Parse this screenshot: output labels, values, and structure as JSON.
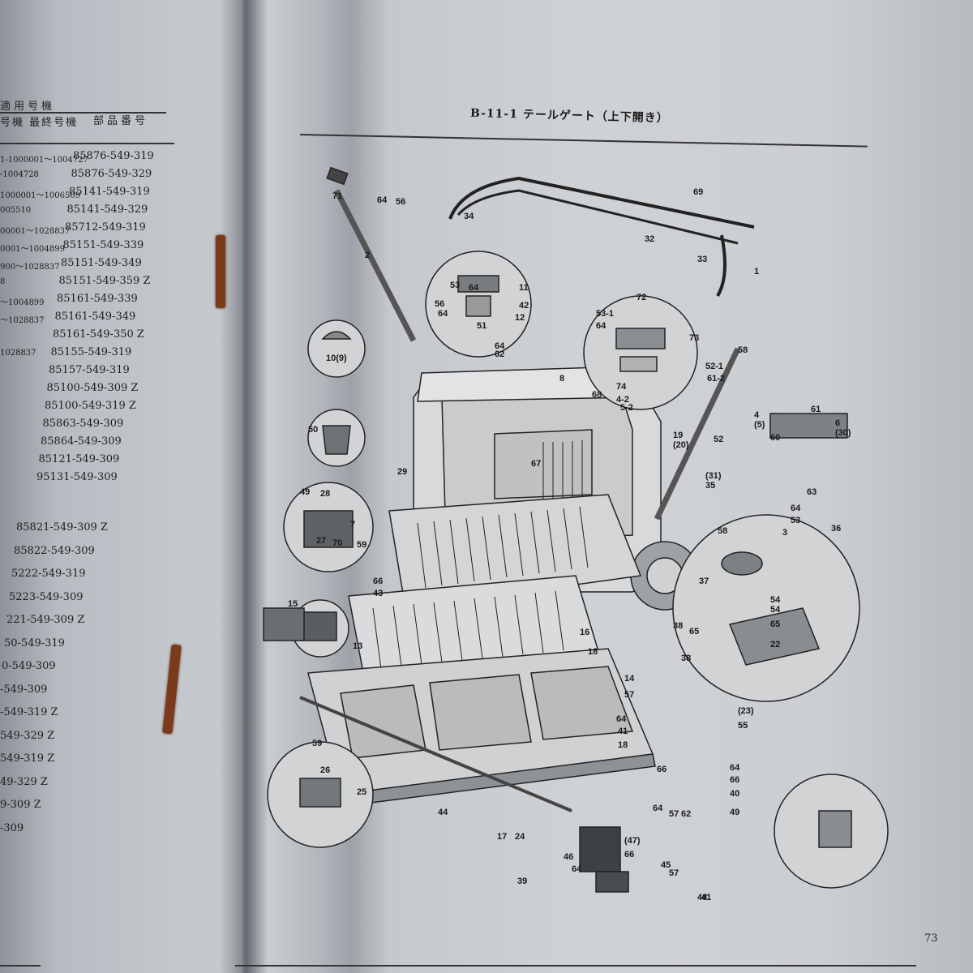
{
  "left_page": {
    "header": {
      "applicable_model": "適用号機",
      "model_last": "号機 最終号機",
      "part_number": "部品番号"
    },
    "rows": [
      {
        "app": "1-1000001～1004727",
        "part": "85876-549-319"
      },
      {
        "app": "-1004728",
        "part": "85876-549-329"
      },
      {
        "app": "1000001～1006509",
        "part": "85141-549-319"
      },
      {
        "app": "005510",
        "part": "85141-549-329"
      },
      {
        "app": "00001～1028837",
        "part": "85712-549-319"
      },
      {
        "app": "0001～1004899",
        "part": "85151-549-339"
      },
      {
        "app": "900～1028837",
        "part": "85151-549-349"
      },
      {
        "app": "8",
        "part": "85151-549-359 Z"
      },
      {
        "app": "～1004899",
        "part": "85161-549-339"
      },
      {
        "app": "～1028837",
        "part": "85161-549-349"
      },
      {
        "app": "",
        "part": "85161-549-350 Z"
      },
      {
        "app": "1028837",
        "part": "85155-549-319"
      },
      {
        "app": "",
        "part": "85157-549-319"
      },
      {
        "app": "",
        "part": "85100-549-309 Z"
      },
      {
        "app": "",
        "part": "85100-549-319 Z"
      },
      {
        "app": "",
        "part": "85863-549-309"
      },
      {
        "app": "",
        "part": "85864-549-309"
      },
      {
        "app": "",
        "part": "85121-549-309"
      },
      {
        "app": "",
        "part": "95131-549-309"
      },
      {
        "app": "",
        "part": "85821-549-309 Z"
      },
      {
        "app": "",
        "part": "85822-549-309"
      },
      {
        "app": "",
        "part": "5222-549-319"
      },
      {
        "app": "",
        "part": "5223-549-309"
      },
      {
        "app": "",
        "part": "221-549-309 Z"
      },
      {
        "app": "",
        "part": "50-549-319"
      },
      {
        "app": "",
        "part": "0-549-309"
      },
      {
        "app": "",
        "part": "-549-309"
      },
      {
        "app": "",
        "part": "-549-319 Z"
      },
      {
        "app": "",
        "part": "549-329 Z"
      },
      {
        "app": "",
        "part": "549-319 Z"
      },
      {
        "app": "",
        "part": "49-329 Z"
      },
      {
        "app": "",
        "part": "9-309 Z"
      },
      {
        "app": "",
        "part": "-309"
      }
    ]
  },
  "right_page": {
    "section_title": "B-11-1 テールゲート（上下開き）",
    "page_number": "73"
  },
  "diagram": {
    "callouts": [
      "71",
      "64",
      "56",
      "34",
      "69",
      "32",
      "33",
      "1",
      "2",
      "53",
      "64",
      "11",
      "42",
      "12",
      "56",
      "64",
      "72",
      "53-1",
      "64",
      "73",
      "58",
      "8",
      "10(9)",
      "51",
      "64",
      "62",
      "74",
      "4-2",
      "5-2",
      "52-1",
      "61-2",
      "68",
      "50",
      "19",
      "(20)",
      "4",
      "(5)",
      "61",
      "6",
      "(30)",
      "52",
      "60",
      "29",
      "67",
      "49",
      "28",
      "27",
      "70",
      "59",
      "7",
      "(31)",
      "35",
      "63",
      "64",
      "53",
      "3",
      "36",
      "58",
      "37",
      "54",
      "65",
      "38",
      "54",
      "65",
      "38",
      "22",
      "(23)",
      "55",
      "66",
      "43",
      "15",
      "16",
      "18",
      "13",
      "14",
      "57",
      "64",
      "41",
      "18",
      "66",
      "64",
      "57",
      "62",
      "64",
      "66",
      "40",
      "49",
      "59",
      "26",
      "25",
      "44",
      "17",
      "24",
      "46",
      "(47)",
      "66",
      "45",
      "64",
      "57",
      "48",
      "41",
      "39"
    ]
  }
}
